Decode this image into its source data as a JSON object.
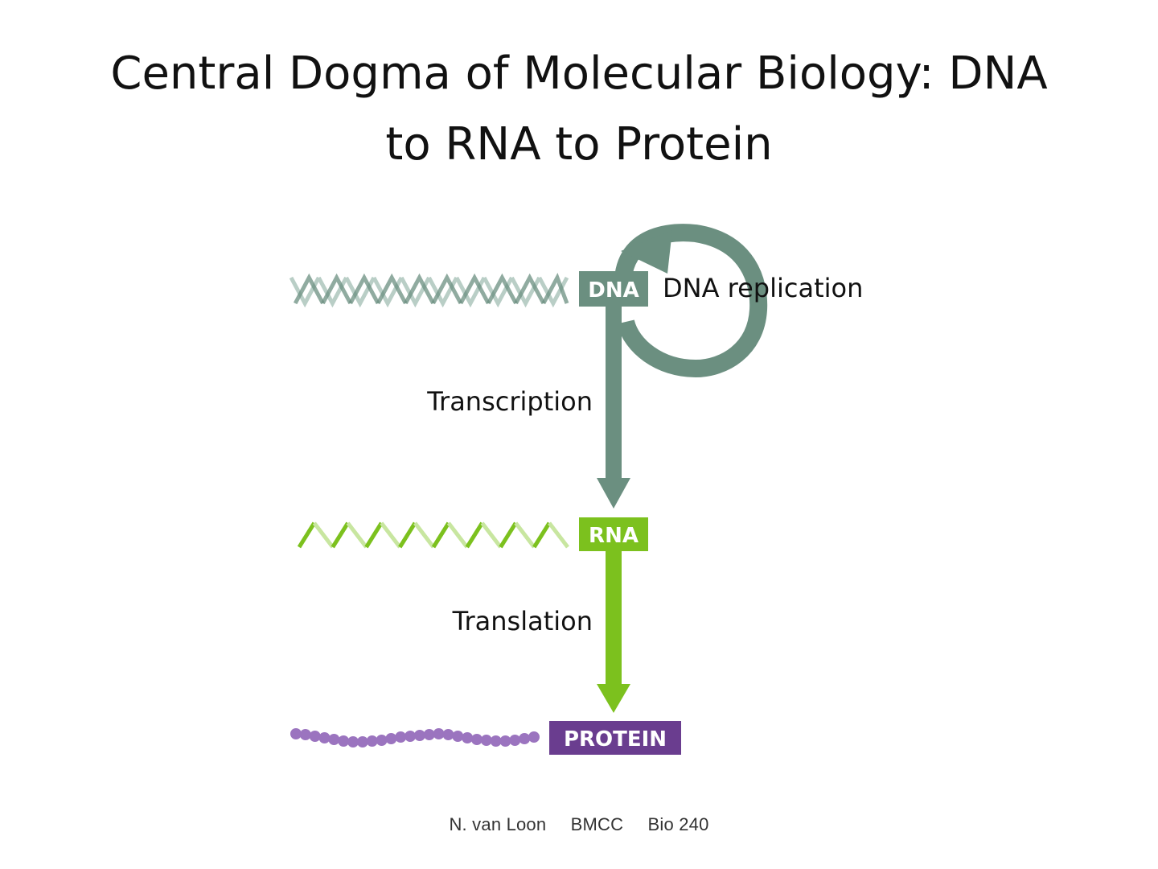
{
  "title": {
    "line1": "Central Dogma of Molecular Biology: DNA",
    "line2": "to RNA to Protein"
  },
  "labels": {
    "dna": "DNA",
    "rna": "RNA",
    "protein": "PROTEIN",
    "replication": "DNA replication",
    "transcription": "Transcription",
    "translation": "Translation"
  },
  "footer": {
    "author": "N. van Loon",
    "institution": "BMCC",
    "course": "Bio 240"
  },
  "colors": {
    "dna": "#6b8f80",
    "dna_light": "#b9cec6",
    "rna": "#7cc11e",
    "rna_light": "#c8e6a0",
    "protein": "#6a3d8f",
    "protein_bead": "#9b74bf"
  }
}
